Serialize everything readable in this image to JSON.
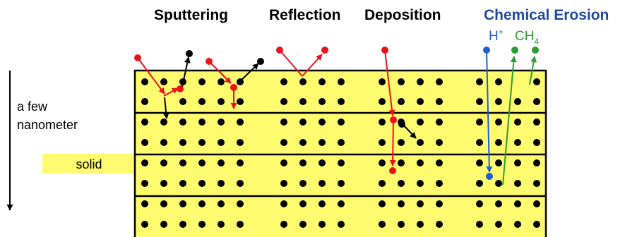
{
  "headings": {
    "sputtering": "Sputtering",
    "reflection": "Reflection",
    "deposition": "Deposition",
    "chemical_erosion": "Chemical Erosion"
  },
  "species": {
    "hydrogen_ion": "H",
    "hydrogen_ion_charge": "+",
    "methane": "CH",
    "methane_subscript": "4"
  },
  "side_labels": {
    "depth_line1": "a few",
    "depth_line2": "nanometer",
    "solid": "solid"
  },
  "colors": {
    "background": "#ffffff",
    "solid_fill": "#fffb6e",
    "atom": "#000000",
    "incident_particle": "#e8141b",
    "hydrogen_ion": "#1f5fd0",
    "methane": "#2e9b33",
    "chemical_erosion_heading": "#1f4aa0"
  }
}
